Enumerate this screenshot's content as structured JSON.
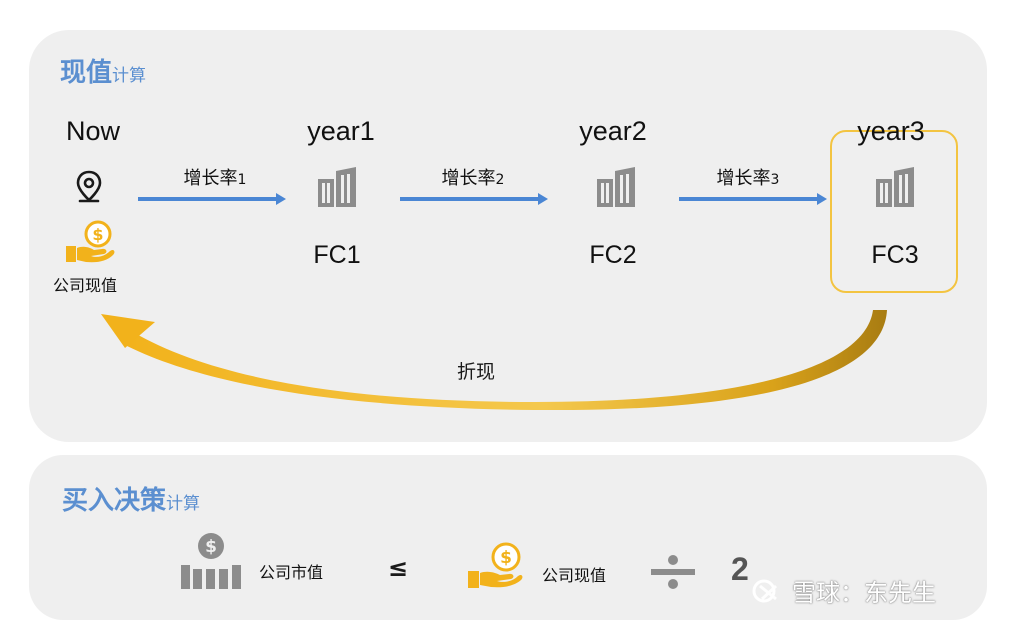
{
  "present_value_section": {
    "title_main": "现值",
    "title_suffix": "计算",
    "now_label": "Now",
    "company_pv_label": "公司现值",
    "years": [
      {
        "label": "year1",
        "cash_flow": "FC1"
      },
      {
        "label": "year2",
        "cash_flow": "FC2"
      },
      {
        "label": "year3",
        "cash_flow": "FC3"
      }
    ],
    "growth_rates": [
      {
        "label": "增长率",
        "index": "1"
      },
      {
        "label": "增长率",
        "index": "2"
      },
      {
        "label": "增长率",
        "index": "3"
      }
    ],
    "discount_label": "折现"
  },
  "buy_decision_section": {
    "title_main": "买入决策",
    "title_suffix": "计算",
    "market_cap_label": "公司市值",
    "operator_le": "≤",
    "company_pv_label": "公司现值",
    "operator_div": "÷",
    "divisor": "2"
  },
  "watermark": "雪球：东先生",
  "icons": [
    "location-pin-icon",
    "hand-coin-icon",
    "building-icon",
    "arrow-right-icon",
    "curved-arrow-icon",
    "money-bars-icon",
    "divide-icon"
  ],
  "colors": {
    "title_blue": "#5b8fd0",
    "arrow_blue": "#4a86d4",
    "gold": "#f2b21b",
    "highlight_border": "#f3c441",
    "panel_bg": "#efefef",
    "icon_gray": "#8c8c8c"
  }
}
